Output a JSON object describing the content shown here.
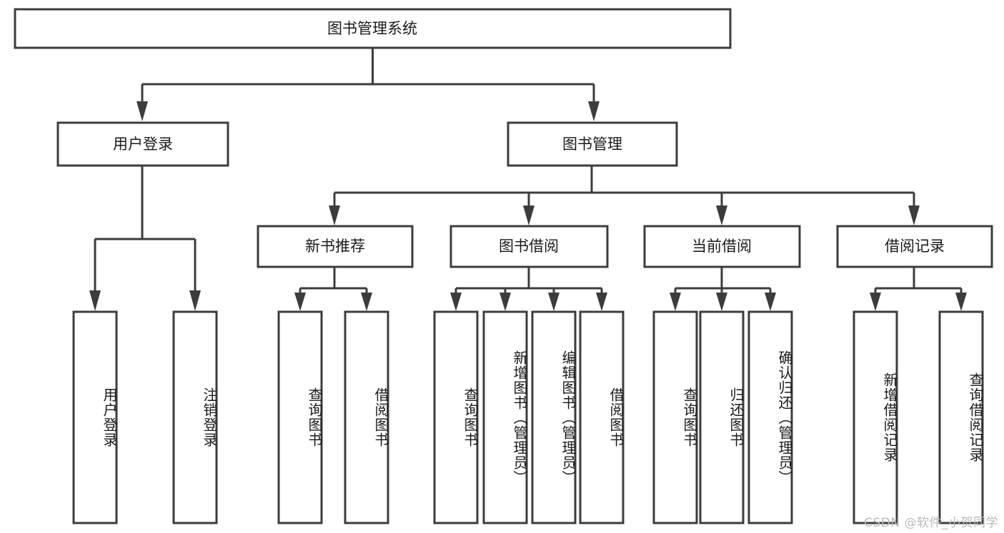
{
  "diagram": {
    "title": "图书管理系统",
    "type": "hierarchy-tree",
    "orientation": "top-down",
    "levels": 4,
    "colors": {
      "box_stroke": "#3c3c3c",
      "box_fill": "#ffffff",
      "connector": "#3c3c3c",
      "text": "#1a1a1a",
      "background": "#ffffff",
      "watermark": "#b9b9b9"
    },
    "root": {
      "label": "图书管理系统"
    },
    "level2": [
      {
        "label": "用户登录"
      },
      {
        "label": "图书管理"
      }
    ],
    "level3": [
      {
        "label": "新书推荐"
      },
      {
        "label": "图书借阅"
      },
      {
        "label": "当前借阅"
      },
      {
        "label": "借阅记录"
      }
    ],
    "leaves": {
      "user_login": [
        {
          "label": "用户登录"
        },
        {
          "label": "注销登录"
        }
      ],
      "new_book_recommend": [
        {
          "label": "查询图书"
        },
        {
          "label": "借阅图书"
        }
      ],
      "book_borrow": [
        {
          "label": "查询图书"
        },
        {
          "label": "新增图书（管理员）"
        },
        {
          "label": "编辑图书（管理员）"
        },
        {
          "label": "借阅图书"
        }
      ],
      "current_borrow": [
        {
          "label": "查询图书"
        },
        {
          "label": "归还图书"
        },
        {
          "label": "确认归还（管理员）"
        }
      ],
      "borrow_records": [
        {
          "label": "新增借阅记录"
        },
        {
          "label": "查询借阅记录"
        }
      ]
    },
    "watermark": "CSDN @软件_小贺同学"
  }
}
